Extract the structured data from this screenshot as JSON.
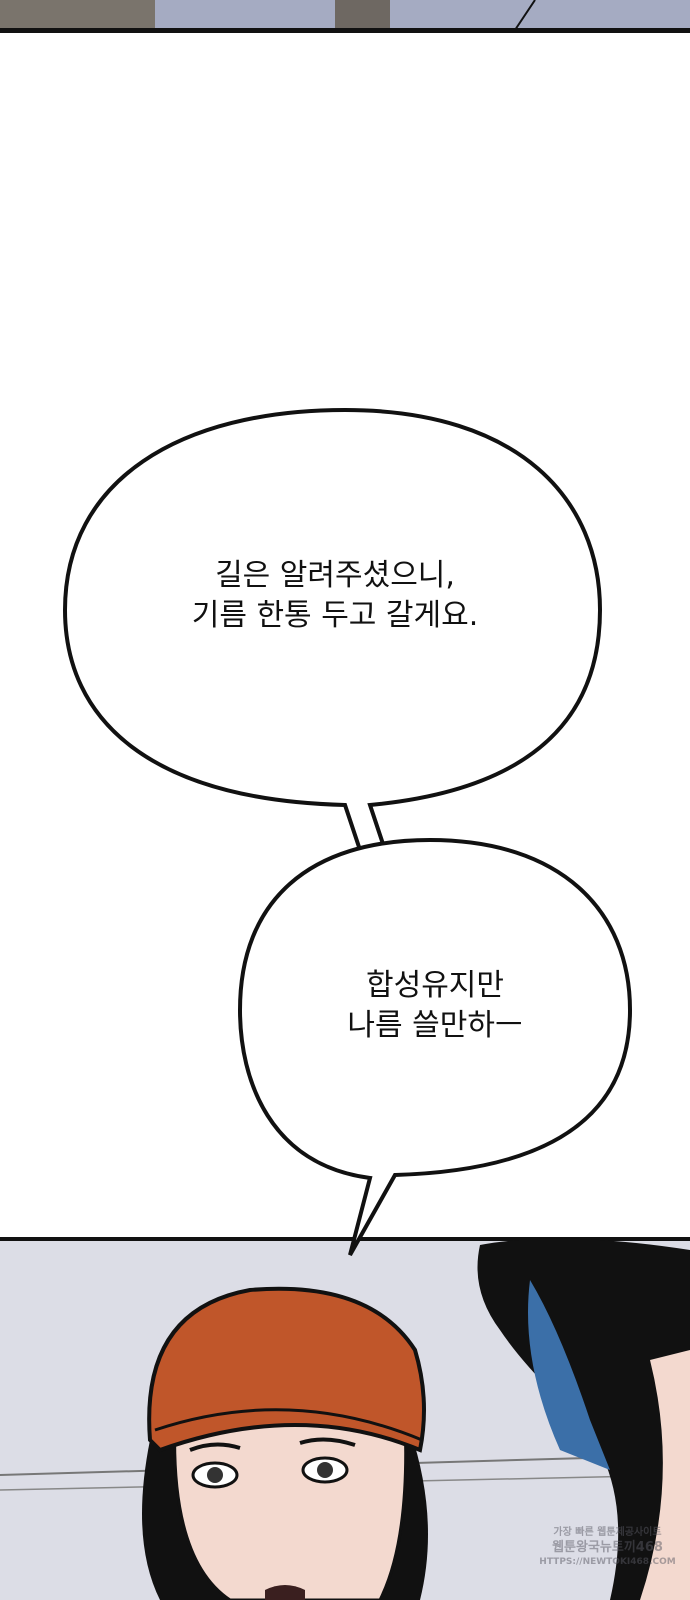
{
  "bubbles": [
    {
      "lines": [
        "길은 알려주셨으니,",
        "기름 한통 두고 갈게요."
      ]
    },
    {
      "lines": [
        "합성유지만",
        "나름 쓸만하ㅡ"
      ]
    }
  ],
  "watermark": {
    "line1": "가장 빠른 웹툰제공사이트",
    "line2": "웹툰왕국뉴토끼468",
    "line3": "HTTPS://NEWTOKI468.COM"
  },
  "colors": {
    "sky": "#a5abc2",
    "beanie": "#c0562a",
    "skin": "#f3d9cf",
    "hair": "#111111"
  }
}
